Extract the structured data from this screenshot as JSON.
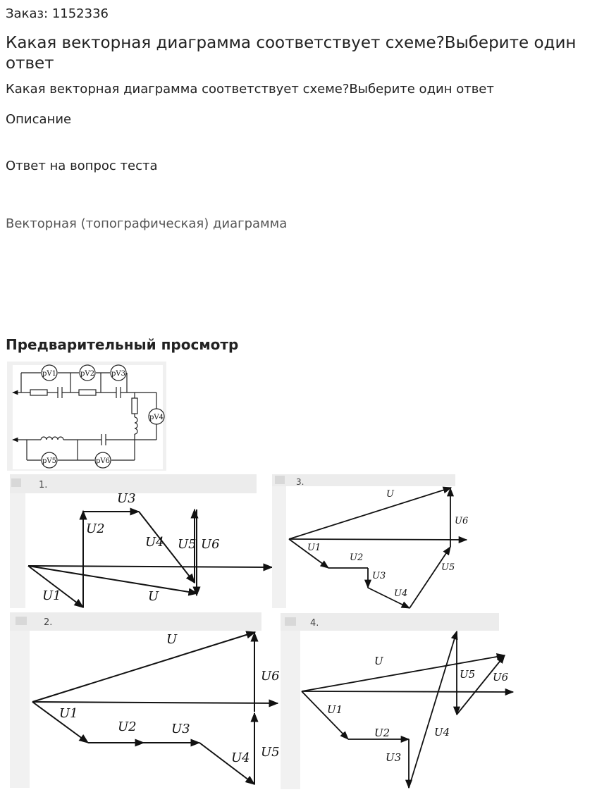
{
  "order": "Заказ: 1152336",
  "title": "Какая векторная диаграмма соответствует схеме?Выберите один ответ",
  "subtitle": "Какая векторная диаграмма соответствует схеме?Выберите один ответ",
  "description_label": "Описание",
  "answer_label": "Ответ на вопрос теста",
  "answer_value": "Векторная (топографическая) диаграмма",
  "preview_heading": "Предварительный просмотр",
  "preview": {
    "meter_label": "pV",
    "meters": [
      "pV1",
      "pV2",
      "pV3",
      "pV4",
      "pV5",
      "pV6"
    ],
    "options": [
      {
        "number": "1.",
        "labels": [
          "U3",
          "U2",
          "U4",
          "U5",
          "U6",
          "U1",
          "U"
        ]
      },
      {
        "number": "2.",
        "labels": [
          "U",
          "U6",
          "U1",
          "U2",
          "U3",
          "U4",
          "U5"
        ]
      },
      {
        "number": "3.",
        "labels": [
          "U",
          "U6",
          "U1",
          "U2",
          "U3",
          "U4",
          "U5"
        ]
      },
      {
        "number": "4.",
        "labels": [
          "U",
          "U5",
          "U6",
          "U1",
          "U2",
          "U3",
          "U4"
        ]
      }
    ]
  }
}
